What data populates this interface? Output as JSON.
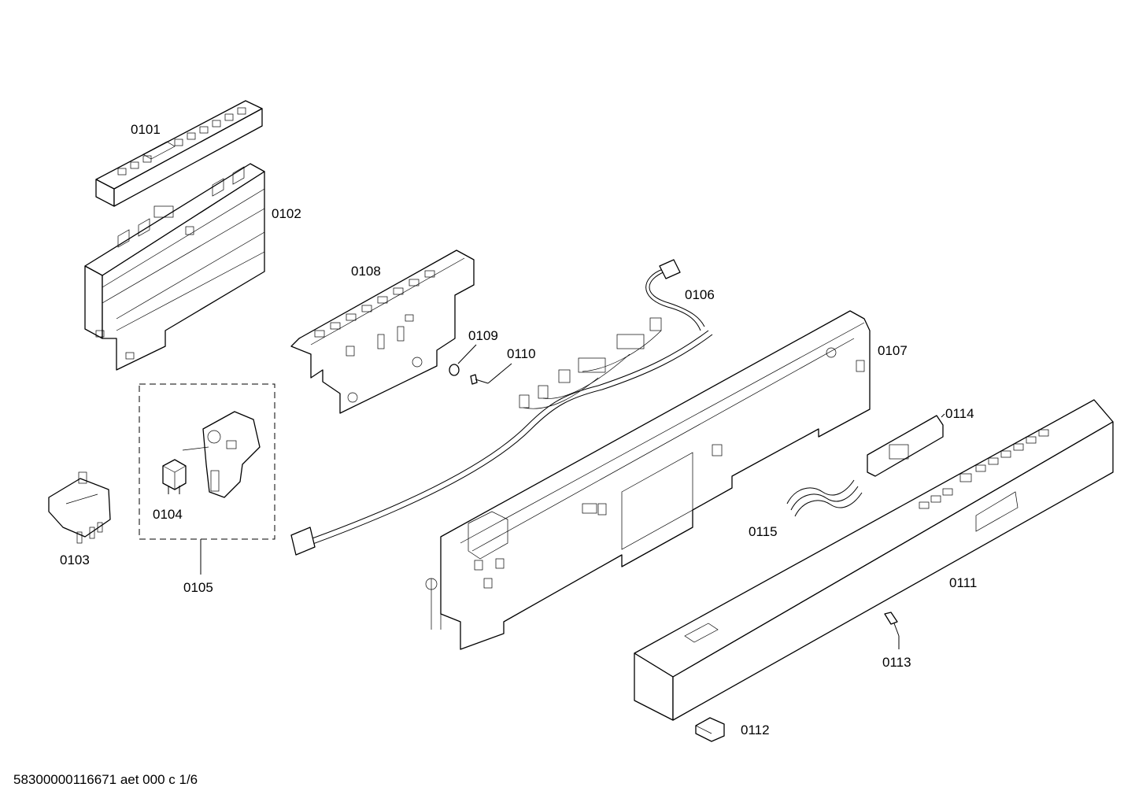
{
  "labels": {
    "p0101": "0101",
    "p0102": "0102",
    "p0103": "0103",
    "p0104": "0104",
    "p0105": "0105",
    "p0106": "0106",
    "p0107": "0107",
    "p0108": "0108",
    "p0109": "0109",
    "p0110": "0110",
    "p0111": "0111",
    "p0112": "0112",
    "p0113": "0113",
    "p0114": "0114",
    "p0115": "0115"
  },
  "footer": "58300000116671 aet 000 c 1/6"
}
